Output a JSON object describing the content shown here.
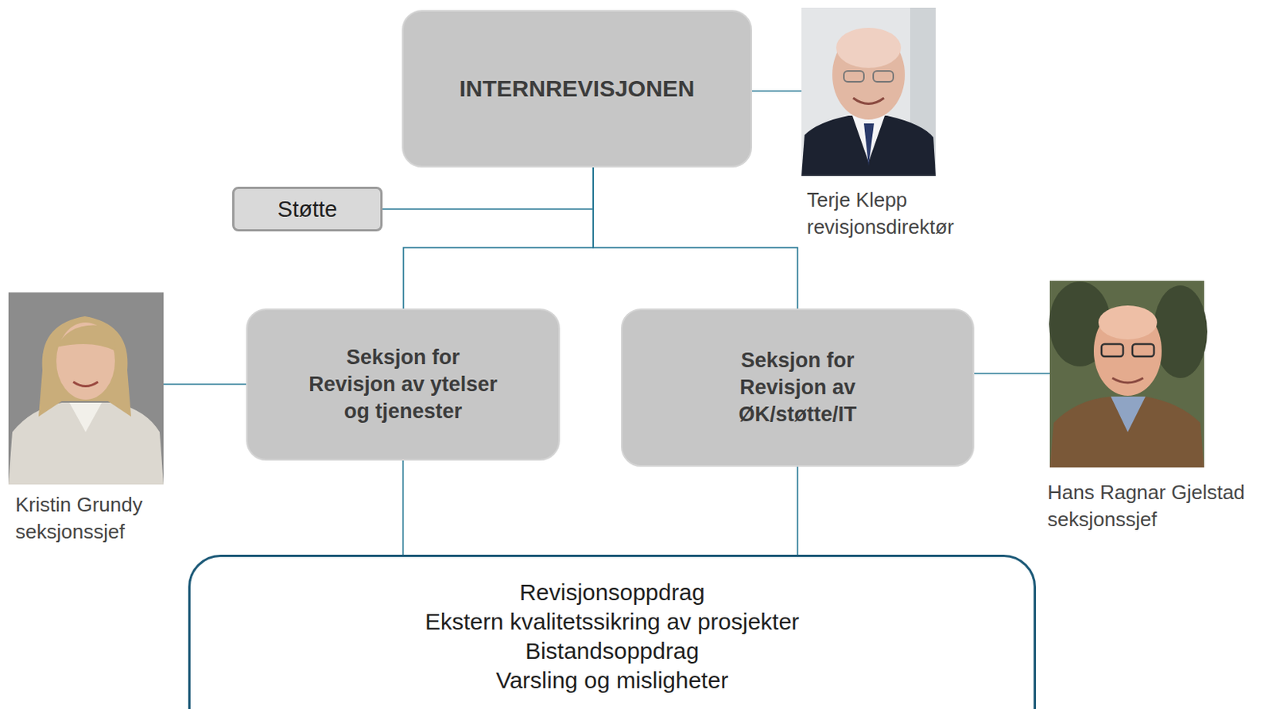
{
  "diagram": {
    "nodes": [
      {
        "text": [
          "INTERNREVISJONEN"
        ]
      },
      {
        "text": [
          "Støtte"
        ]
      },
      {
        "text": [
          "Seksjon for Revisjon av ytelser og tjenester"
        ]
      },
      {
        "text": [
          "Seksjon for Revisjon av ØK/støtte/IT"
        ]
      },
      {
        "text": [
          "Revisjonsoppdrag",
          "Ekstern kvalitetssikring av prosjekter",
          "Bistandsoppdrag",
          "Varsling og misligheter"
        ]
      }
    ],
    "edges": [
      {
        "from": 0,
        "to": 1,
        "arrow": "none"
      },
      {
        "from": 0,
        "to": 2,
        "arrow": "none"
      },
      {
        "from": 0,
        "to": 3,
        "arrow": "none"
      },
      {
        "from": 2,
        "to": 4,
        "arrow": "none"
      },
      {
        "from": 3,
        "to": 4,
        "arrow": "none"
      }
    ],
    "labels": [
      "Terje Klepp",
      "revisjonsdirektør",
      "Kristin Grundy",
      "seksjonssjef",
      "Hans Ragnar Gjelstad",
      "seksjonssjef"
    ]
  }
}
